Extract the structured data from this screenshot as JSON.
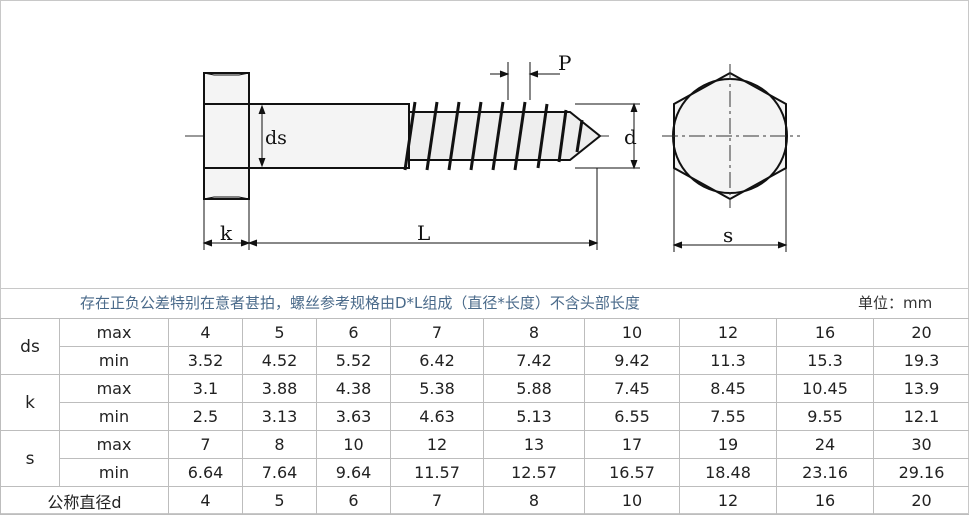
{
  "drawing": {
    "labels": {
      "P": "P",
      "d": "d",
      "ds": "ds",
      "k": "k",
      "L": "L",
      "s": "s"
    }
  },
  "note": "存在正负公差特别在意者甚拍，螺丝参考规格由D*L组成（直径*长度）不含头部长度",
  "unit": "单位：mm",
  "table": {
    "rows": [
      {
        "group": "ds",
        "sub": "max",
        "values": [
          "4",
          "5",
          "6",
          "7",
          "8",
          "10",
          "12",
          "16",
          "20"
        ]
      },
      {
        "group": "",
        "sub": "min",
        "values": [
          "3.52",
          "4.52",
          "5.52",
          "6.42",
          "7.42",
          "9.42",
          "11.3",
          "15.3",
          "19.3"
        ]
      },
      {
        "group": "k",
        "sub": "max",
        "values": [
          "3.1",
          "3.88",
          "4.38",
          "5.38",
          "5.88",
          "7.45",
          "8.45",
          "10.45",
          "13.9"
        ]
      },
      {
        "group": "",
        "sub": "min",
        "values": [
          "2.5",
          "3.13",
          "3.63",
          "4.63",
          "5.13",
          "6.55",
          "7.55",
          "9.55",
          "12.1"
        ]
      },
      {
        "group": "s",
        "sub": "max",
        "values": [
          "7",
          "8",
          "10",
          "12",
          "13",
          "17",
          "19",
          "24",
          "30"
        ]
      },
      {
        "group": "",
        "sub": "min",
        "values": [
          "6.64",
          "7.64",
          "9.64",
          "11.57",
          "12.57",
          "16.57",
          "18.48",
          "23.16",
          "29.16"
        ]
      }
    ],
    "nominal": {
      "label": "公称直径d",
      "values": [
        "4",
        "5",
        "6",
        "7",
        "8",
        "10",
        "12",
        "16",
        "20"
      ]
    }
  }
}
